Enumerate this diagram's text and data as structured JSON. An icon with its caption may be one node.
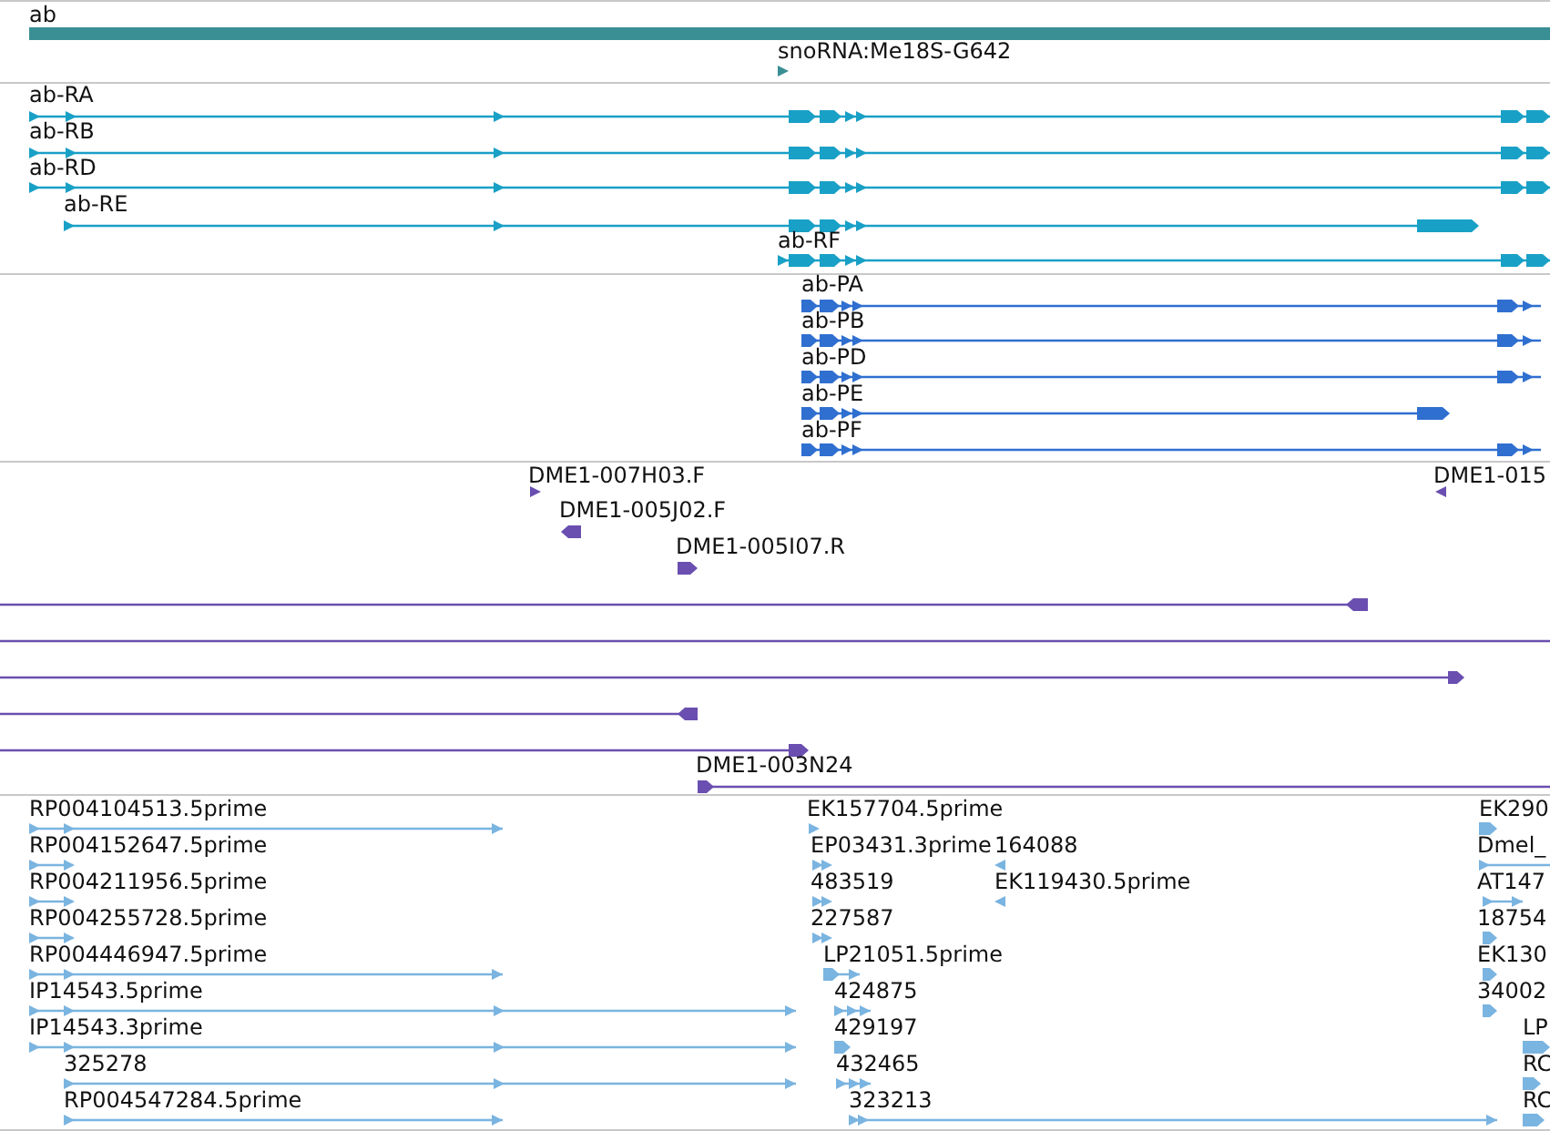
{
  "diagram": {
    "labels": [
      "ab",
      "snoRNA:Me18S-G642",
      "ab-RA",
      "ab-RB",
      "ab-RD",
      "ab-RE",
      "ab-RF",
      "ab-PA",
      "ab-PB",
      "ab-PD",
      "ab-PE",
      "ab-PF",
      "DME1-007H03.F",
      "DME1-015",
      "DME1-005J02.F",
      "DME1-005I07.R",
      "DME1-003N24",
      "RP004104513.5prime",
      "EK157704.5prime",
      "EK290",
      "RP004152647.5prime",
      "EP03431.3prime",
      "164088",
      "Dmel_",
      "RP004211956.5prime",
      "483519",
      "EK119430.5prime",
      "AT147",
      "RP004255728.5prime",
      "227587",
      "18754",
      "RP004446947.5prime",
      "LP21051.5prime",
      "EK130",
      "IP14543.5prime",
      "424875",
      "34002",
      "IP14543.3prime",
      "429197",
      "LP",
      "325278",
      "432465",
      "RC",
      "RP004547284.5prime",
      "323213",
      "RC"
    ]
  }
}
